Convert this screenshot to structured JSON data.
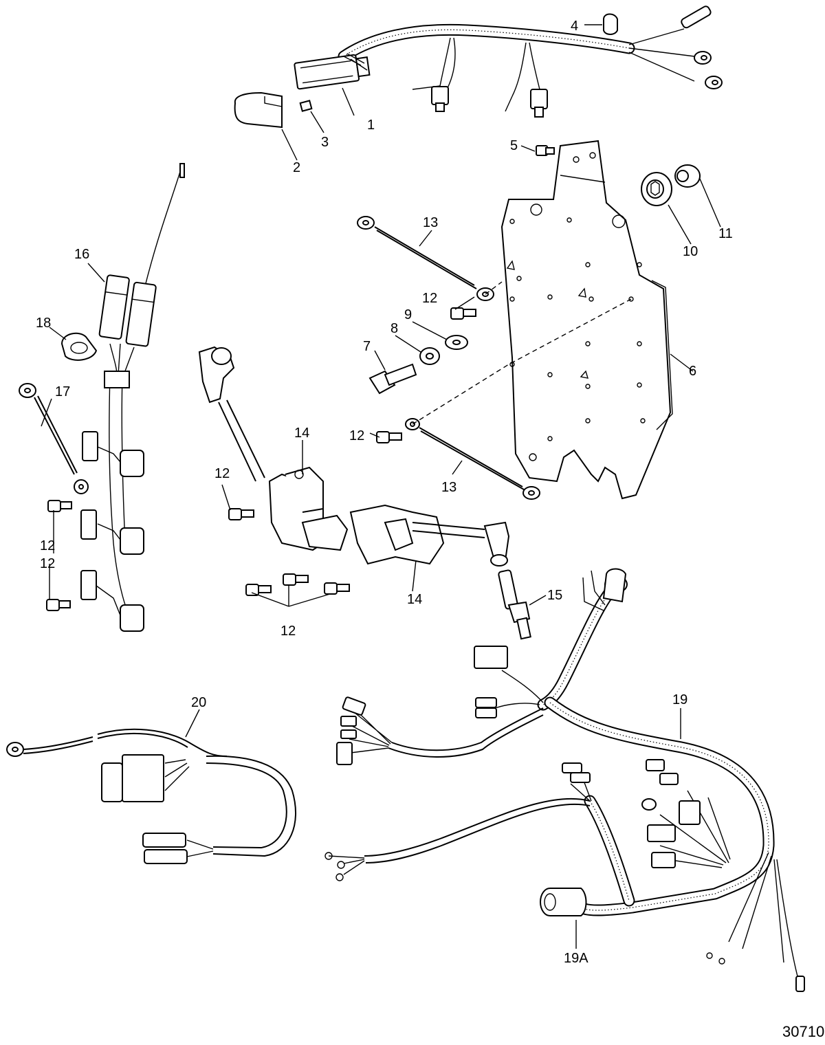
{
  "colors": {
    "ink": "#000000",
    "paper": "#ffffff"
  },
  "callouts": {
    "c1": "1",
    "c2": "2",
    "c3": "3",
    "c4": "4",
    "c5": "5",
    "c6": "6",
    "c7": "7",
    "c8": "8",
    "c9": "9",
    "c10": "10",
    "c11": "11",
    "c12a": "12",
    "c12b": "12",
    "c12c": "12",
    "c12d": "12",
    "c12e": "12",
    "c12f": "12",
    "c13a": "13",
    "c13b": "13",
    "c14a": "14",
    "c14b": "14",
    "c15": "15",
    "c16": "16",
    "c17": "17",
    "c18": "18",
    "c19": "19",
    "c19a": "19A",
    "c20": "20"
  },
  "figure_number": "30710"
}
